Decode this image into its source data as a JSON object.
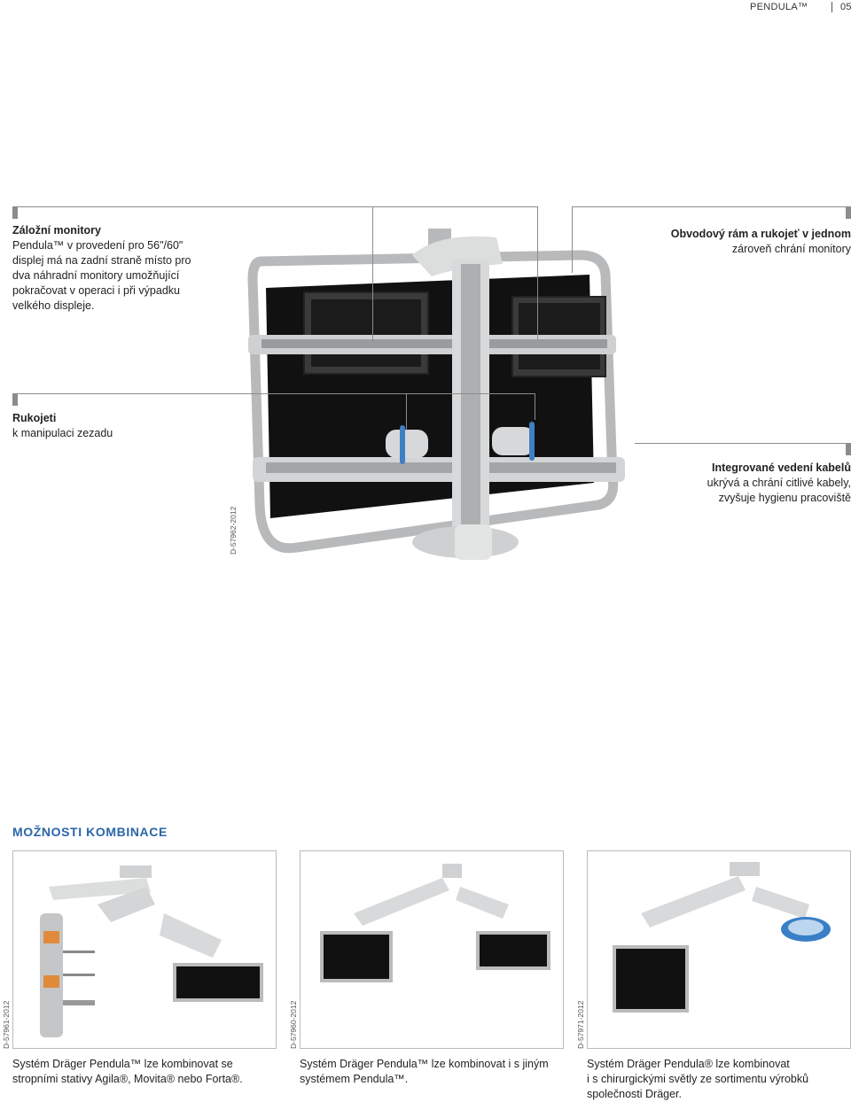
{
  "header": {
    "brand": "PENDULA™",
    "page_number": "05"
  },
  "callouts": {
    "backup_monitors": {
      "title": "Záložní monitory",
      "lines": [
        "Pendula™ v provedení pro 56\"/60\"",
        "displej má na zadní straně místo pro",
        "dva náhradní monitory umožňující",
        "pokračovat v operaci i při výpadku",
        "velkého displeje."
      ]
    },
    "frame_handle": {
      "title": "Obvodový rám a rukojeť v jednom",
      "lines": [
        "zároveň chrání monitory"
      ]
    },
    "handles": {
      "title": "Rukojeti",
      "lines": [
        "k manipulaci zezadu"
      ]
    },
    "cable_management": {
      "title": "Integrované vedení kabelů",
      "lines": [
        "ukrývá a chrání citlivé kabely,",
        "zvyšuje hygienu pracoviště"
      ]
    }
  },
  "main_image_credit": "D-57962-2012",
  "section_title": "MOŽNOSTI KOMBINACE",
  "combinations": [
    {
      "credit": "D-57961-2012",
      "caption_lines": [
        "Systém Dräger Pendula™ lze kombinovat se",
        "stropními stativy Agila®, Movita® nebo Forta®."
      ]
    },
    {
      "credit": "D-57960-2012",
      "caption_lines": [
        "Systém Dräger Pendula™ lze kombinovat i s jiným",
        "systémem Pendula™."
      ]
    },
    {
      "credit": "D-57971-2012",
      "caption_lines": [
        "Systém Dräger Pendula® lze kombinovat",
        "i s chirurgickými světly ze sortimentu výrobků",
        "společnosti Dräger."
      ]
    }
  ],
  "colors": {
    "accent": "#2a66a8",
    "line": "#8c8c8c",
    "screen": "#111111",
    "frame": "#c9cacb"
  }
}
